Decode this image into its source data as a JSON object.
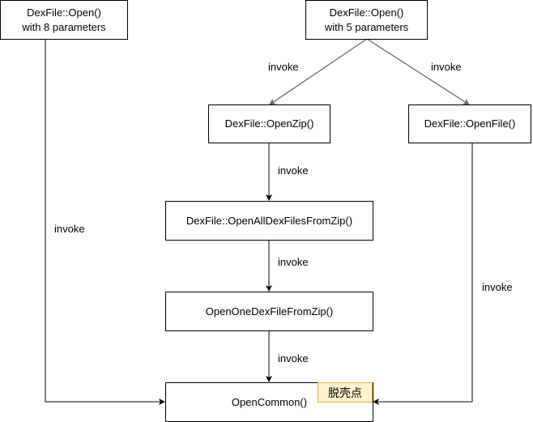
{
  "nodes": {
    "open8": {
      "line1": "DexFile::Open()",
      "line2": "with 8 parameters"
    },
    "open5": {
      "line1": "DexFile::Open()",
      "line2": "with 5 parameters"
    },
    "openzip": "DexFile::OpenZip()",
    "openfile": "DexFile::OpenFile()",
    "openall": "DexFile::OpenAllDexFilesFromZip()",
    "openone": "OpenOneDexFileFromZip()",
    "opencommon": "OpenCommon()"
  },
  "edge_label": "invoke",
  "note": "脱壳点"
}
